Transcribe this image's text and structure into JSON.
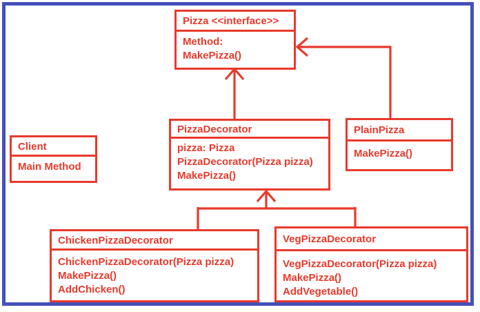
{
  "diagram": {
    "type": "uml-class-diagram",
    "pattern": "Decorator",
    "colors": {
      "stroke": "#e8392c",
      "frame": "#4450bb",
      "background": "#ffffff"
    },
    "classes": {
      "pizza_interface": {
        "name": "Pizza <<interface>>",
        "members": [
          "Method:",
          "MakePizza()"
        ]
      },
      "client": {
        "name": "Client",
        "members": [
          "Main Method"
        ]
      },
      "pizza_decorator": {
        "name": "PizzaDecorator",
        "members": [
          "pizza: Pizza",
          "PizzaDecorator(Pizza pizza)",
          "MakePizza()"
        ]
      },
      "plain_pizza": {
        "name": "PlainPizza",
        "members": [
          "MakePizza()"
        ]
      },
      "chicken_pizza_decorator": {
        "name": "ChickenPizzaDecorator",
        "members": [
          "ChickenPizzaDecorator(Pizza pizza)",
          "MakePizza()",
          "AddChicken()"
        ]
      },
      "veg_pizza_decorator": {
        "name": "VegPizzaDecorator",
        "members": [
          "VegPizzaDecorator(Pizza pizza)",
          "MakePizza()",
          "AddVegetable()"
        ]
      }
    },
    "relations": [
      {
        "from": "PizzaDecorator",
        "to": "Pizza",
        "type": "generalization-arrow"
      },
      {
        "from": "PlainPizza",
        "to": "Pizza",
        "type": "generalization-arrow"
      },
      {
        "from": "ChickenPizzaDecorator",
        "to": "PizzaDecorator",
        "type": "generalization-arrow"
      },
      {
        "from": "VegPizzaDecorator",
        "to": "PizzaDecorator",
        "type": "generalization-arrow"
      }
    ]
  }
}
